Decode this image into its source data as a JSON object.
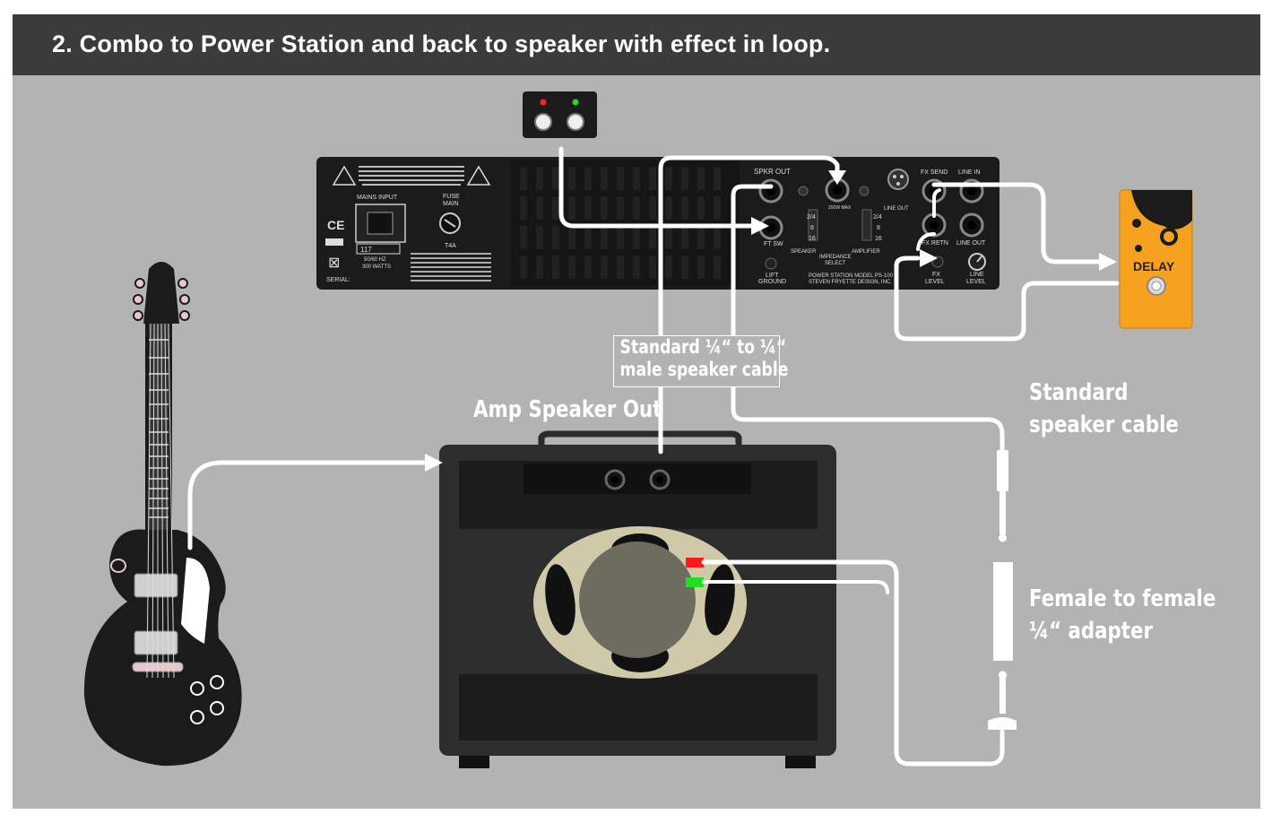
{
  "title": "2. Combo to Power Station and back to speaker with effect in loop.",
  "labels": {
    "amp_speaker_out": "Amp Speaker Out",
    "cable_line1": "Standard ¼“ to ¼“",
    "cable_line2": "male speaker cable",
    "std_line1": "Standard",
    "std_line2": "speaker cable",
    "fem_line1": "Female to female",
    "fem_line2": "¼“ adapter"
  },
  "power_station_panel": {
    "mains_input": "MAINS INPUT",
    "fuse": "FUSE",
    "main": "MAIN",
    "ce": "CE",
    "voltage": "117",
    "hz": "50/60 HZ",
    "watts": "300 WATTS",
    "fuse_rating": "T4A",
    "serial": "SERIAL:",
    "spkr_out": "SPKR OUT",
    "ft_sw": "FT SW",
    "max": "200W MAX",
    "speaker": "SPEAKER",
    "impedance": "IMPEDANCE",
    "select": "SELECT",
    "amplifier": "AMPLIFIER",
    "imp_24": "2/4",
    "imp_8": "8",
    "imp_16": "16",
    "lift": "LIFT",
    "ground": "GROUND",
    "line_out_top": "LINE OUT",
    "fx_send": "FX SEND",
    "line_in": "LINE IN",
    "fx_retn": "FX RETN",
    "line_out": "LINE OUT",
    "fx": "FX",
    "level": "LEVEL",
    "line": "LINE",
    "model": "POWER STATION MODEL PS-100",
    "brand": "STEVEN FRYETTE DESIGN, INC."
  },
  "pedal": {
    "name": "DELAY"
  },
  "colors": {
    "background": "#b3b3b3",
    "title_bar": "#3b3b3b",
    "cable": "#ffffff",
    "pedal": "#f7a21e",
    "panel": "#1b1b1b",
    "amp": "#2d2d2d",
    "speaker_frame": "#cfc9a9",
    "speaker_cone": "#6e6c5e",
    "terminal_red": "#ff1a1a",
    "terminal_green": "#22dd22"
  }
}
